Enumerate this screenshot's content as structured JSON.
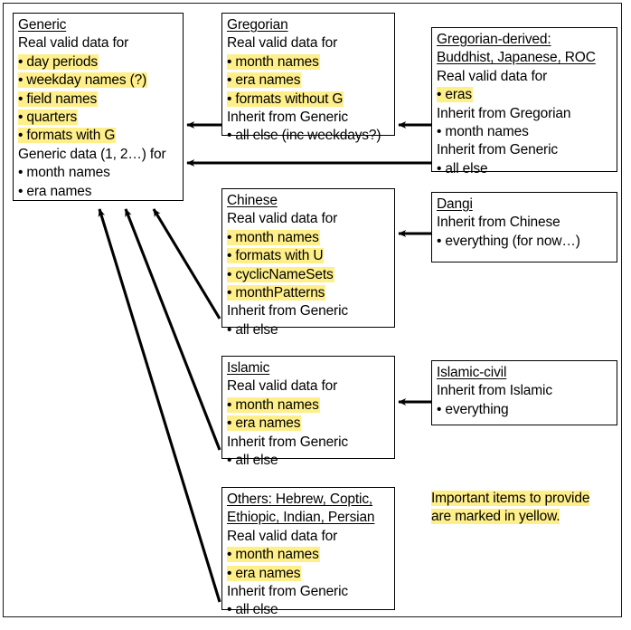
{
  "diagram": {
    "title": "CLDR calendar data inheritance diagram",
    "highlight_color": "#ffef8a",
    "border_color": "#000000",
    "background": "#ffffff"
  },
  "nodes": [
    {
      "id": "generic",
      "name": "generic-box",
      "heading": "Generic",
      "lines": [
        {
          "text": "Generic",
          "underline": true,
          "highlight": false
        },
        {
          "text": "Real valid data for",
          "underline": false,
          "highlight": false
        },
        {
          "text": "• day periods",
          "underline": false,
          "highlight": true
        },
        {
          "text": "• weekday names (?)",
          "underline": false,
          "highlight": true
        },
        {
          "text": "• field names",
          "underline": false,
          "highlight": true
        },
        {
          "text": "• quarters",
          "underline": false,
          "highlight": true
        },
        {
          "text": "• formats with G",
          "underline": false,
          "highlight": true
        },
        {
          "text": "Generic data (1, 2…) for",
          "underline": false,
          "highlight": false
        },
        {
          "text": "• month names",
          "underline": false,
          "highlight": false
        },
        {
          "text": "• era names",
          "underline": false,
          "highlight": false
        }
      ]
    },
    {
      "id": "gregorian",
      "name": "gregorian-box",
      "heading": "Gregorian",
      "lines": [
        {
          "text": "Gregorian",
          "underline": true,
          "highlight": false
        },
        {
          "text": "Real valid data for",
          "underline": false,
          "highlight": false
        },
        {
          "text": "• month names",
          "underline": false,
          "highlight": true
        },
        {
          "text": "• era names",
          "underline": false,
          "highlight": true
        },
        {
          "text": "• formats without G",
          "underline": false,
          "highlight": true
        },
        {
          "text": "Inherit from Generic",
          "underline": false,
          "highlight": false
        },
        {
          "text": "• all else (inc weekdays?)",
          "underline": false,
          "highlight": false
        }
      ]
    },
    {
      "id": "gregorian-derived",
      "name": "gregorian-derived-box",
      "heading": "Gregorian-derived: Buddhist, Japanese, ROC",
      "lines": [
        {
          "text": "Gregorian-derived:",
          "underline": true,
          "highlight": false
        },
        {
          "text": "Buddhist, Japanese, ROC",
          "underline": true,
          "highlight": false
        },
        {
          "text": "Real valid data for",
          "underline": false,
          "highlight": false
        },
        {
          "text": "• eras",
          "underline": false,
          "highlight": true
        },
        {
          "text": "Inherit from Gregorian",
          "underline": false,
          "highlight": false
        },
        {
          "text": "• month names",
          "underline": false,
          "highlight": false
        },
        {
          "text": "Inherit from Generic",
          "underline": false,
          "highlight": false
        },
        {
          "text": "• all else",
          "underline": false,
          "highlight": false
        }
      ]
    },
    {
      "id": "chinese",
      "name": "chinese-box",
      "heading": "Chinese",
      "lines": [
        {
          "text": "Chinese",
          "underline": true,
          "highlight": false
        },
        {
          "text": "Real valid data for",
          "underline": false,
          "highlight": false
        },
        {
          "text": "• month names",
          "underline": false,
          "highlight": true
        },
        {
          "text": "• formats with U",
          "underline": false,
          "highlight": true
        },
        {
          "text": "• cyclicNameSets",
          "underline": false,
          "highlight": true
        },
        {
          "text": "• monthPatterns",
          "underline": false,
          "highlight": true
        },
        {
          "text": "Inherit from Generic",
          "underline": false,
          "highlight": false
        },
        {
          "text": "• all else",
          "underline": false,
          "highlight": false
        }
      ]
    },
    {
      "id": "dangi",
      "name": "dangi-box",
      "heading": "Dangi",
      "lines": [
        {
          "text": "Dangi",
          "underline": true,
          "highlight": false
        },
        {
          "text": "Inherit from Chinese",
          "underline": false,
          "highlight": false
        },
        {
          "text": "• everything (for now…)",
          "underline": false,
          "highlight": false
        }
      ]
    },
    {
      "id": "islamic",
      "name": "islamic-box",
      "heading": "Islamic",
      "lines": [
        {
          "text": "Islamic",
          "underline": true,
          "highlight": false
        },
        {
          "text": "Real valid data for",
          "underline": false,
          "highlight": false
        },
        {
          "text": "• month names",
          "underline": false,
          "highlight": true
        },
        {
          "text": "• era names",
          "underline": false,
          "highlight": true
        },
        {
          "text": "Inherit from Generic",
          "underline": false,
          "highlight": false
        },
        {
          "text": "• all else",
          "underline": false,
          "highlight": false
        }
      ]
    },
    {
      "id": "islamic-civil",
      "name": "islamic-civil-box",
      "heading": "Islamic-civil",
      "lines": [
        {
          "text": "Islamic-civil",
          "underline": true,
          "highlight": false
        },
        {
          "text": "Inherit from Islamic",
          "underline": false,
          "highlight": false
        },
        {
          "text": "• everything",
          "underline": false,
          "highlight": false
        }
      ]
    },
    {
      "id": "others",
      "name": "others-box",
      "heading": "Others: Hebrew, Coptic, Ethiopic, Indian, Persian",
      "lines": [
        {
          "text": "Others: Hebrew, Coptic,",
          "underline": true,
          "highlight": false
        },
        {
          "text": "Ethiopic, Indian, Persian",
          "underline": true,
          "highlight": false
        },
        {
          "text": "Real valid data for",
          "underline": false,
          "highlight": false
        },
        {
          "text": "• month names",
          "underline": false,
          "highlight": true
        },
        {
          "text": "• era names",
          "underline": false,
          "highlight": true
        },
        {
          "text": "Inherit from Generic",
          "underline": false,
          "highlight": false
        },
        {
          "text": "• all else",
          "underline": false,
          "highlight": false
        }
      ]
    }
  ],
  "legend": {
    "name": "legend-note",
    "lines": [
      {
        "text": "Important items to provide",
        "underline": false,
        "highlight": true
      },
      {
        "text": "are marked in yellow.",
        "underline": false,
        "highlight": true
      }
    ]
  },
  "arrows": [
    {
      "id": "gregorian-to-generic",
      "from": "gregorian",
      "to": "generic",
      "label": "inherits from"
    },
    {
      "id": "derived-to-gregorian",
      "from": "gregorian-derived",
      "to": "gregorian",
      "label": "inherits from"
    },
    {
      "id": "derived-to-generic",
      "from": "gregorian-derived",
      "to": "generic",
      "label": "inherits from"
    },
    {
      "id": "dangi-to-chinese",
      "from": "dangi",
      "to": "chinese",
      "label": "inherits from"
    },
    {
      "id": "chinese-to-generic",
      "from": "chinese",
      "to": "generic",
      "label": "inherits from"
    },
    {
      "id": "islamic-civil-to-islamic",
      "from": "islamic-civil",
      "to": "islamic",
      "label": "inherits from"
    },
    {
      "id": "islamic-to-generic",
      "from": "islamic",
      "to": "generic",
      "label": "inherits from"
    },
    {
      "id": "others-to-generic",
      "from": "others",
      "to": "generic",
      "label": "inherits from"
    }
  ]
}
